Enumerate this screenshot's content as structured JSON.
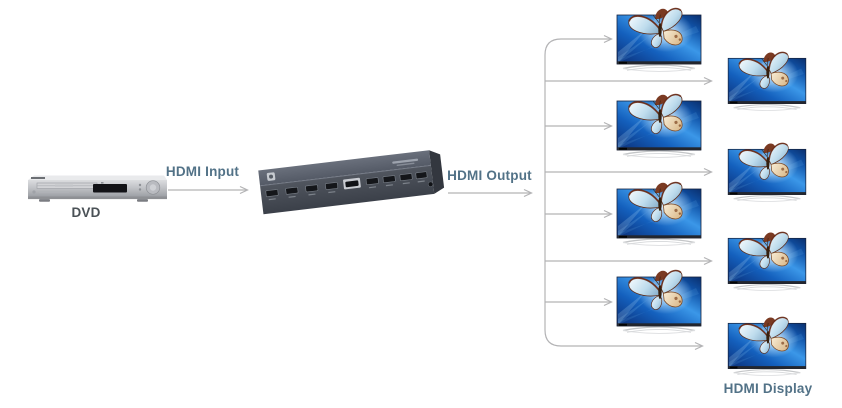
{
  "labels": {
    "source_device": "DVD",
    "input_connection": "HDMI Input",
    "output_connection": "HDMI Output",
    "display_devices": "HDMI Display"
  },
  "devices": {
    "source": "dvd-player",
    "splitter": "hdmi-splitter-1x8",
    "display": "tv-showing-blue-butterfly",
    "display_count": 8
  },
  "colors": {
    "label_text": "#527287",
    "source_label_text": "#4a5156",
    "connector_line": "#b3b3b5",
    "splitter_body": "#4b515c",
    "tv_screen_blue": "#1565c0"
  }
}
